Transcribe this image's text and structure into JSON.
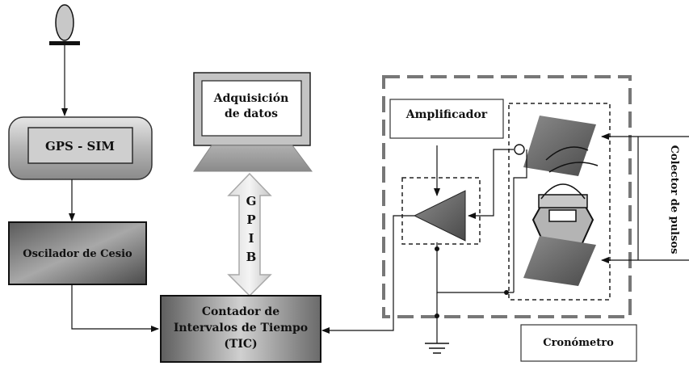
{
  "gps_block": {
    "label": "GPS - SIM"
  },
  "oscillator": {
    "label": "Oscilador de Cesio"
  },
  "computer": {
    "line1": "Adquisición",
    "line2": "de datos"
  },
  "gpib": {
    "letters": [
      "G",
      "P",
      "I",
      "B"
    ]
  },
  "tic": {
    "line1": "Contador de",
    "line2": "Intervalos de Tiempo",
    "line3": "(TIC)"
  },
  "amplifier": {
    "label": "Amplificador"
  },
  "chronometer": {
    "label": "Cronómetro"
  },
  "collector": {
    "label": "Colector de pulsos"
  }
}
